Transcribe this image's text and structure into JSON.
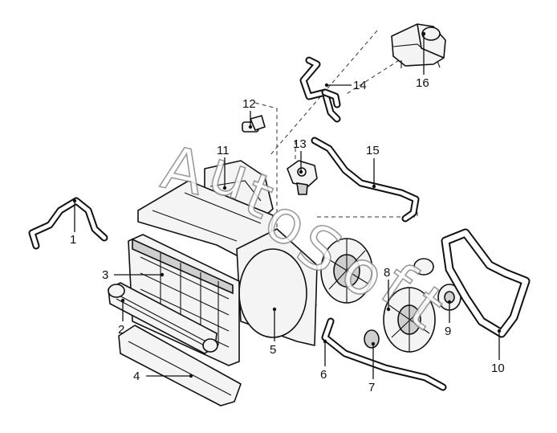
{
  "callouts": {
    "c1": "1",
    "c2": "2",
    "c3": "3",
    "c4": "4",
    "c5": "5",
    "c6": "6",
    "c7": "7",
    "c8": "8",
    "c9": "9",
    "c10": "10",
    "c11": "11",
    "c12": "12",
    "c13": "13",
    "c14": "14",
    "c15": "15",
    "c16": "16"
  },
  "watermark": {
    "letters": [
      "A",
      "u",
      "t",
      "o",
      "S",
      "o",
      "f",
      "t"
    ]
  }
}
